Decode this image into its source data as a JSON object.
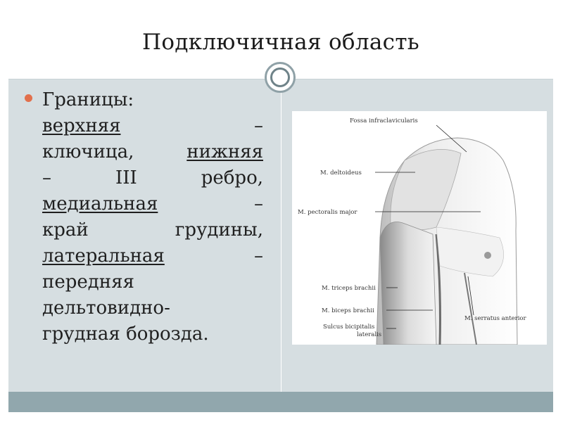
{
  "slide": {
    "title": "Подключичная область",
    "bullet": {
      "heading": "Границы:",
      "lines": [
        [
          "верхняя",
          "–"
        ],
        [
          "ключица,",
          "нижняя"
        ],
        [
          "–",
          "III",
          "ребро,"
        ],
        [
          "медиальная",
          "–"
        ],
        [
          "край",
          "грудины,"
        ],
        [
          "латеральная",
          "–"
        ],
        [
          "передняя"
        ],
        [
          "дельтовидно-"
        ],
        [
          "грудная борозда."
        ]
      ]
    }
  },
  "figure": {
    "labels": {
      "fossa": "Fossa infraclavicularis",
      "deltoideus": "M. deltoideus",
      "pectoralis": "M. pectoralis major",
      "triceps": "M. triceps brachii",
      "biceps": "M. biceps brachii",
      "sulcus1": "Sulcus bicipitalis",
      "sulcus2": "lateralis",
      "serratus": "M. serratus anterior"
    }
  },
  "colors": {
    "panel": "#d6dee1",
    "bottom_bar": "#91a7ad",
    "bullet": "#e2704c",
    "title_text": "#1a1a1a"
  }
}
